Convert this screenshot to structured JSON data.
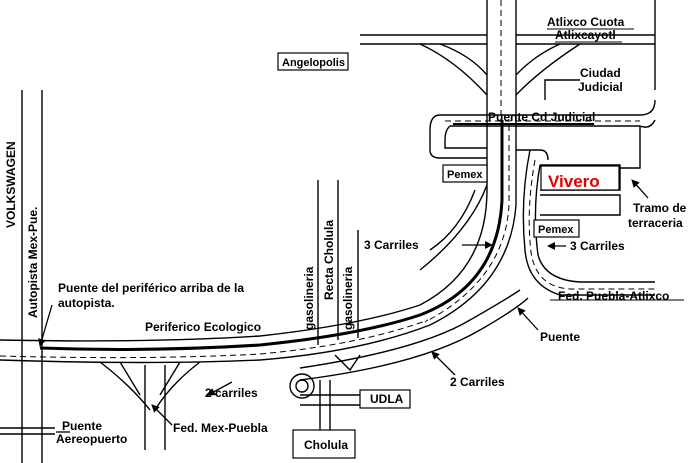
{
  "labels": {
    "atlixco_cuota": "Atlixco Cuota",
    "atlixcayotl": "Atlixcayotl",
    "angelopolis": "Angelopolis",
    "ciudad_judicial": [
      "Ciudad",
      "Judicial"
    ],
    "puente_cd_judicial": "Puente Cd Judicial",
    "pemex_1": "Pemex",
    "pemex_2": "Pemex",
    "vivero": "Vivero",
    "tramo_de_terraceria": [
      "Tramo de",
      "terraceria"
    ],
    "tres_carriles_left": "3 Carriles",
    "tres_carriles_right": "3 Carriles",
    "volkswagen": "VOLKSWAGEN",
    "autopista_mex_pue": "Autopista Mex-Pue.",
    "gasolineria_1": "gasolineria",
    "recta_cholula": "Recta Cholula",
    "gasolineria_2": "gasolineria",
    "fed_puebla_atlixco": "Fed. Puebla-Atlixco",
    "puente_periferico": [
      "Puente del periférico arriba de la",
      "autopista."
    ],
    "periferico_ecologico": "Periferico Ecologico",
    "puente": "Puente",
    "dos_carriles_lower": "2 carriles",
    "dos_carriles_upper": "2 Carriles",
    "udla": "UDLA",
    "puente_aereopuerto": [
      "Puente",
      "Aereopuerto"
    ],
    "fed_mex_puebla": "Fed. Mex-Puebla",
    "cholula": "Cholula"
  },
  "colors": {
    "vivero_text": "#e00000",
    "ink": "#000000",
    "background": "#ffffff"
  }
}
